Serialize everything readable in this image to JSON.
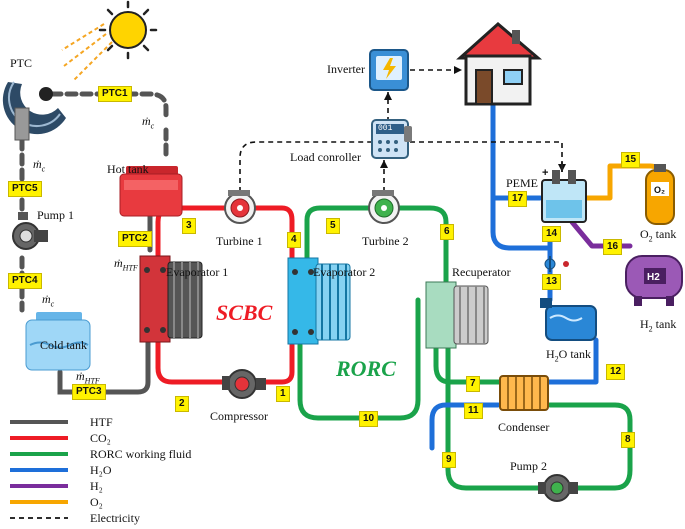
{
  "components": {
    "ptc": "PTC",
    "pump1": "Pump 1",
    "hot_tank": "Hot tank",
    "cold_tank": "Cold tank",
    "evaporator1": "Evaporator 1",
    "evaporator2": "Evaporator 2",
    "turbine1": "Turbine 1",
    "turbine2": "Turbine 2",
    "compressor": "Compressor",
    "recuperator": "Recuperator",
    "condenser": "Condenser",
    "pump2": "Pump 2",
    "inverter": "Inverter",
    "load_controller": "Load conroller",
    "peme": "PEME",
    "o2_tank": "O",
    "o2_tank_sub": "2",
    "o2_tank_suffix": " tank",
    "h2_tank": "H",
    "h2_tank_sub": "2",
    "h2_tank_suffix": " tank",
    "h2o_tank": "H",
    "h2o_tank_sub": "2",
    "h2o_tank_suffix": "O tank"
  },
  "cycle_labels": {
    "scbc": "SCBC",
    "rorc": "RORC"
  },
  "flow_labels": {
    "mc": "ṁ",
    "mc_sub": "c",
    "mhtf": "ṁ",
    "mhtf_sub": "HTF"
  },
  "state_tags": {
    "ptc1": "PTC1",
    "ptc2": "PTC2",
    "ptc3": "PTC3",
    "ptc4": "PTC4",
    "ptc5": "PTC5",
    "s1": "1",
    "s2": "2",
    "s3": "3",
    "s4": "4",
    "s5": "5",
    "s6": "6",
    "s7": "7",
    "s8": "8",
    "s9": "9",
    "s10": "10",
    "s11": "11",
    "s12": "12",
    "s13": "13",
    "s14": "14",
    "s15": "15",
    "s16": "16",
    "s17": "17"
  },
  "icon_text": {
    "o2_badge": "O₂",
    "h2_badge": "H2",
    "meter": "001"
  },
  "legend": [
    {
      "label": "HTF",
      "color": "#555555",
      "style": "solid"
    },
    {
      "label": "CO₂",
      "color": "#ee1c25",
      "style": "solid"
    },
    {
      "label": "RORC working fluid",
      "color": "#1aa34a",
      "style": "solid"
    },
    {
      "label": "H₂O",
      "color": "#1e6fd9",
      "style": "solid"
    },
    {
      "label": "H₂",
      "color": "#7a2d9c",
      "style": "solid"
    },
    {
      "label": "O₂",
      "color": "#f7a600",
      "style": "solid"
    },
    {
      "label": "Electricity",
      "color": "#111111",
      "style": "dashed"
    }
  ],
  "colors": {
    "htf": "#555555",
    "co2": "#ee1c25",
    "rorc": "#1aa34a",
    "water": "#1e6fd9",
    "h2": "#7a2d9c",
    "o2": "#f7a600",
    "electricity": "#111111",
    "tag_fill": "#fff200",
    "scbc_text": "#ee1c25",
    "rorc_text": "#1aa34a"
  }
}
